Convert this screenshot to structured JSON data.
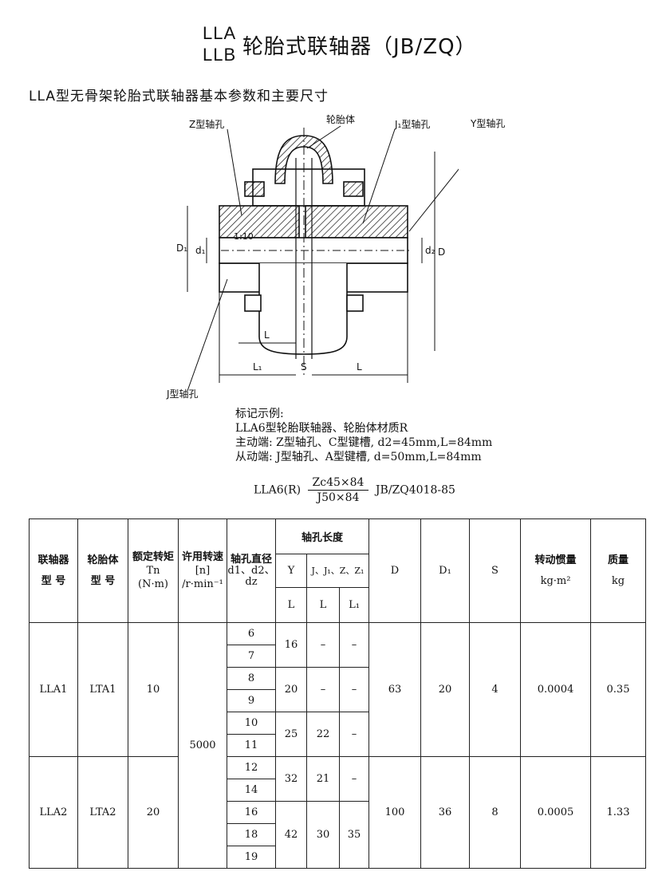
{
  "title": {
    "code_top": "LLA",
    "code_bottom": "LLB",
    "main": "轮胎式联轴器（JB/ZQ）"
  },
  "subtitle": "LLA型无骨架轮胎式联轴器基本参数和主要尺寸",
  "drawing": {
    "labels": {
      "z_bore": "Z型轴孔",
      "tire": "轮胎体",
      "j1_bore": "J₁型轴孔",
      "y_bore": "Y型轴孔",
      "j_bore": "J型轴孔",
      "taper": "1:10",
      "D1": "D₁",
      "d1": "d₁",
      "d2": "d₂",
      "D": "D",
      "L_left": "L",
      "L1": "L₁",
      "S": "S",
      "L_right": "L"
    }
  },
  "notes": {
    "heading": "标记示例:",
    "line1": "LLA6型轮胎联轴器、轮胎体材质R",
    "line2": "主动端: Z型轴孔、C型键槽, d2=45mm,L=84mm",
    "line3": "从动端: J型轴孔、A型键槽, d=50mm,L=84mm"
  },
  "formula": {
    "prefix": "LLA6(R)",
    "numerator": "Zc45×84",
    "denominator": "J50×84",
    "suffix": "JB/ZQ4018-85"
  },
  "table": {
    "headers": {
      "model_1": "联轴器",
      "model_2": "型 号",
      "tire_1": "轮胎体",
      "tire_2": "型 号",
      "torque_1": "额定转矩",
      "torque_2": "Tn",
      "torque_3": "(N·m)",
      "speed_1": "许用转速",
      "speed_2": "[n]",
      "speed_3": "/r·min⁻¹",
      "bore_1": "轴孔直径",
      "bore_2": "d1、d2、dz",
      "bore_len": "轴孔长度",
      "y": "Y",
      "jz": "J、J₁、Z、Z₁",
      "L": "L",
      "L_b": "L",
      "L1": "L₁",
      "D": "D",
      "D1": "D₁",
      "S": "S",
      "inertia_1": "转动惯量",
      "inertia_2": "kg·m²",
      "mass_1": "质量",
      "mass_2": "kg"
    },
    "speed": "5000",
    "groups": [
      {
        "model": "LLA1",
        "tire": "LTA1",
        "torque": "10",
        "D": "63",
        "D1": "20",
        "S": "4",
        "inertia": "0.0004",
        "mass": "0.35",
        "subgroups": [
          {
            "bores": [
              "6",
              "7"
            ],
            "y": "16",
            "j": "–",
            "l1": "–"
          },
          {
            "bores": [
              "8",
              "9"
            ],
            "y": "20",
            "j": "–",
            "l1": "–"
          },
          {
            "bores": [
              "10",
              "11"
            ],
            "y": "25",
            "j": "22",
            "l1": "–"
          }
        ]
      },
      {
        "model": "LLA2",
        "tire": "LTA2",
        "torque": "20",
        "D": "100",
        "D1": "36",
        "S": "8",
        "inertia": "0.0005",
        "mass": "1.33",
        "subgroups": [
          {
            "bores": [
              "12",
              "14"
            ],
            "y": "32",
            "j": "21",
            "l1": "–"
          },
          {
            "bores": [
              "16",
              "18",
              "19"
            ],
            "y": "42",
            "j": "30",
            "l1": "35"
          }
        ]
      }
    ]
  }
}
